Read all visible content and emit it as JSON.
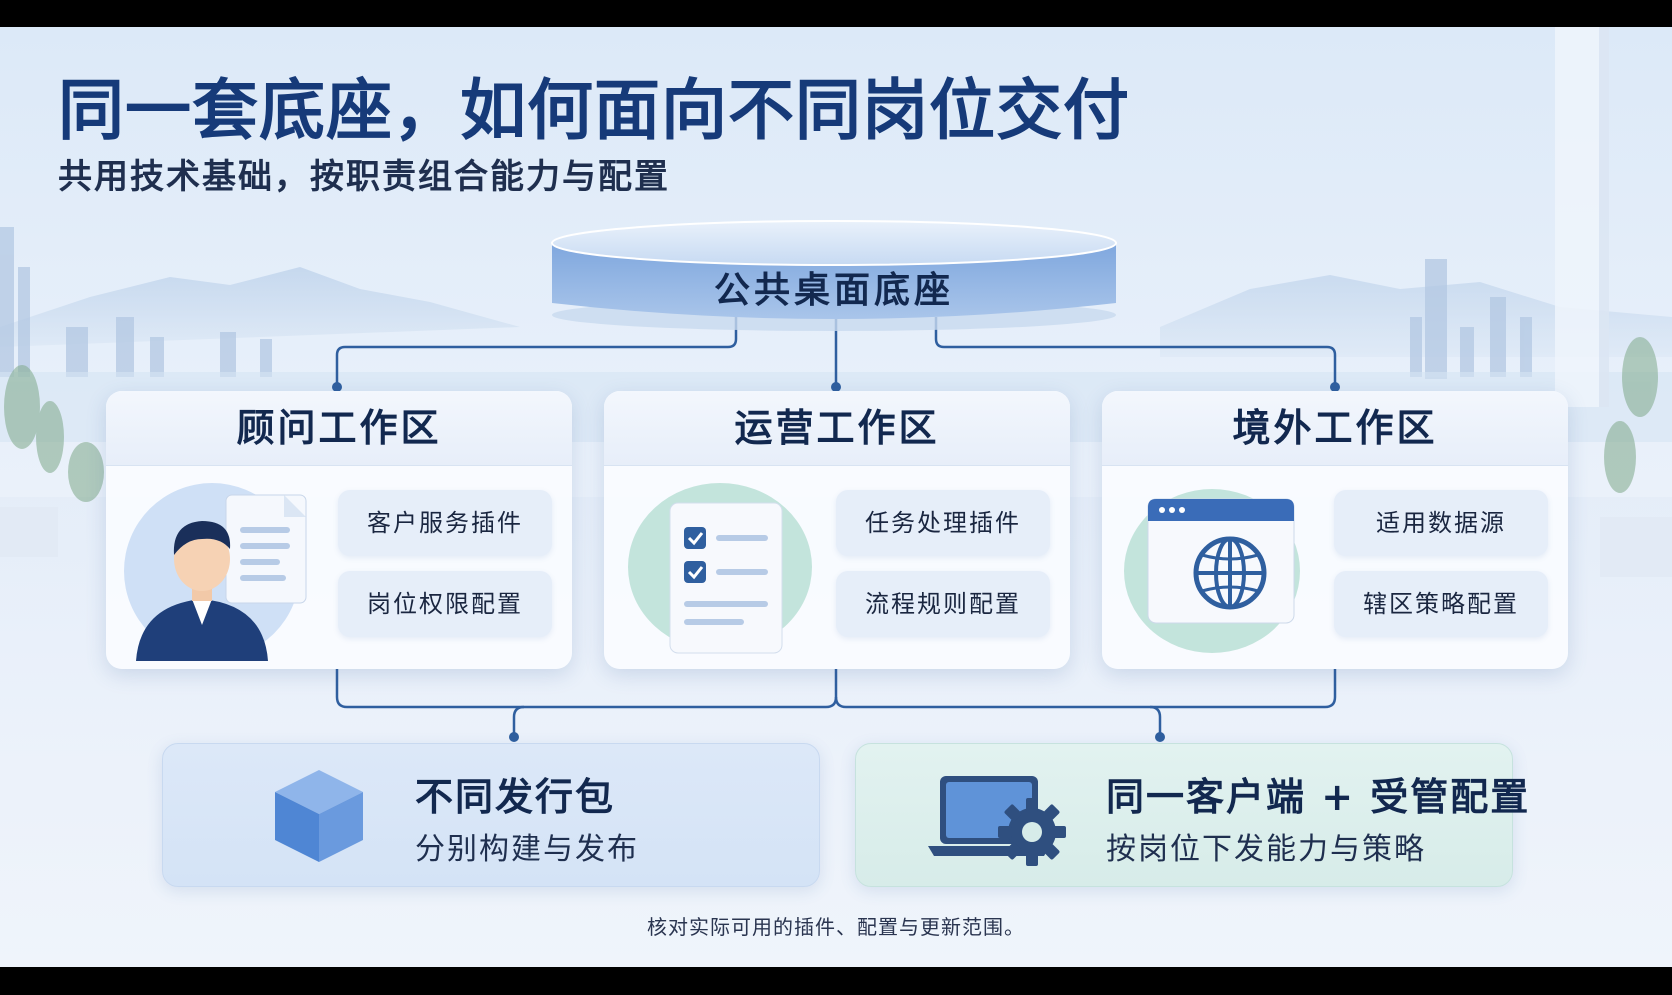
{
  "title": "同一套底座，如何面向不同岗位交付",
  "subtitle": "共用技术基础，按职责组合能力与配置",
  "platform": {
    "label": "公共桌面底座"
  },
  "workspaces": [
    {
      "title": "顾问工作区",
      "illustration": "consultant-person-document-icon",
      "items": [
        "客户服务插件",
        "岗位权限配置"
      ]
    },
    {
      "title": "运营工作区",
      "illustration": "checklist-icon",
      "items": [
        "任务处理插件",
        "流程规则配置"
      ]
    },
    {
      "title": "境外工作区",
      "illustration": "globe-browser-icon",
      "items": [
        "适用数据源",
        "辖区策略配置"
      ]
    }
  ],
  "outcomes": [
    {
      "title": "不同发行包",
      "subtitle": "分别构建与发布",
      "icon": "cube-package-icon"
    },
    {
      "title": "同一客户端 + 受管配置",
      "subtitle": "按岗位下发能力与策略",
      "icon": "laptop-gear-icon"
    }
  ],
  "footnote": "核对实际可用的插件、配置与更新范围。",
  "colors": {
    "title": "#163a79",
    "connector": "#2a5a9a",
    "card_bg": "#fafcff",
    "pill_bg": "#e6eef9",
    "teal_accent": "#bfe3dc",
    "blue_accent": "#4a7fd0"
  }
}
